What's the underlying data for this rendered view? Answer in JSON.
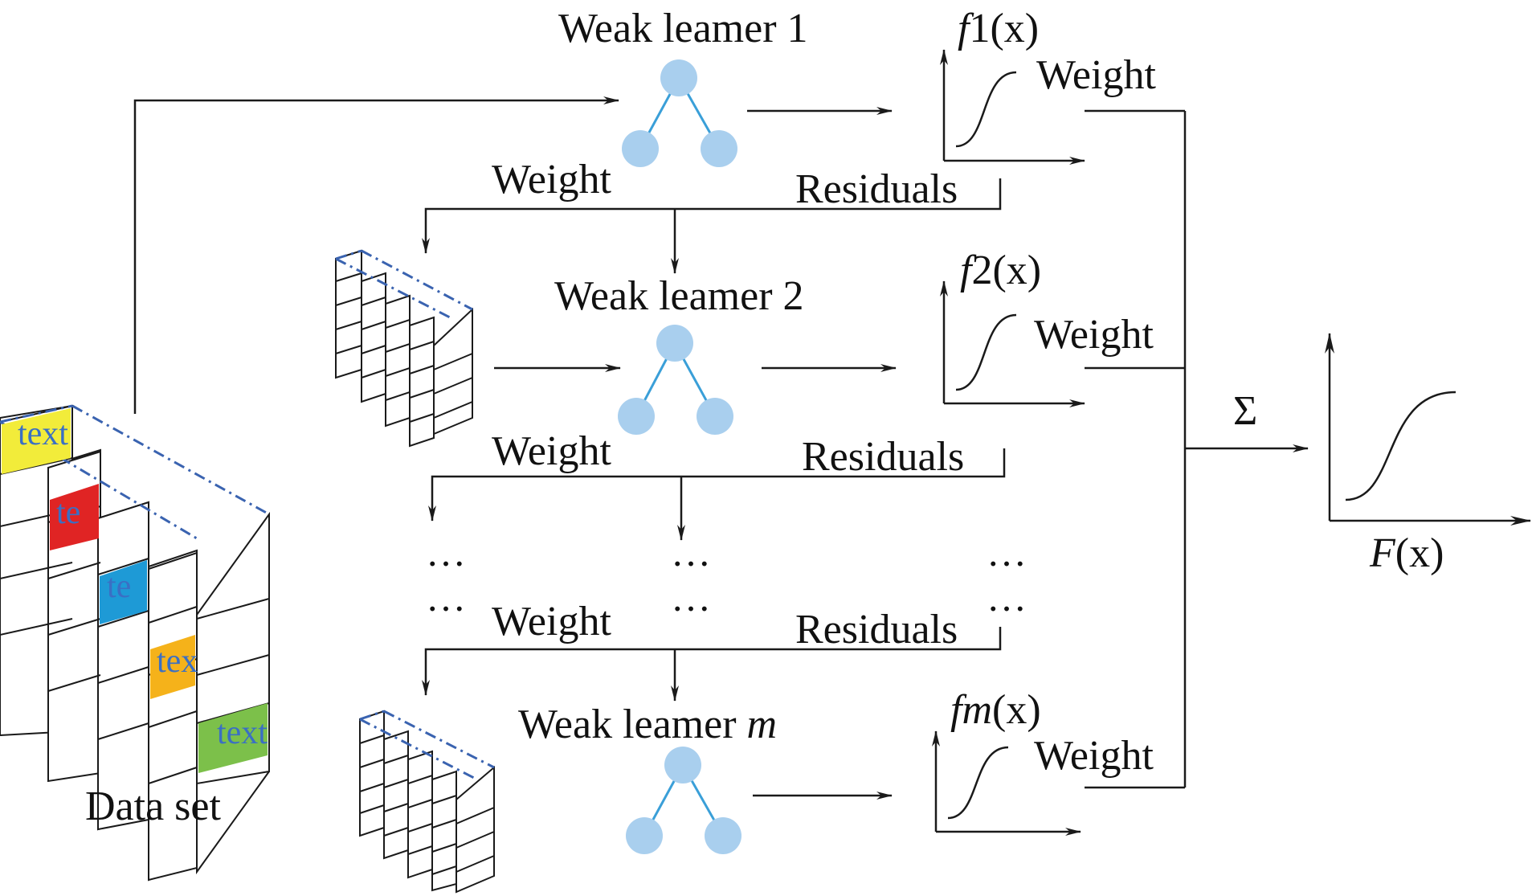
{
  "learners": [
    {
      "title_prefix": "Weak leamer ",
      "title_suffix": "1",
      "func_prefix": "f",
      "func_index": "1",
      "func_arg": "(x)",
      "weight_label": "Weight"
    },
    {
      "title_prefix": "Weak leamer ",
      "title_suffix": "2",
      "func_prefix": "f",
      "func_index": "2",
      "func_arg": "(x)",
      "weight_label": "Weight"
    },
    {
      "title_prefix": "Weak leamer ",
      "title_suffix": "m",
      "func_prefix": "f",
      "func_index": "m",
      "func_arg": "(x)",
      "weight_label": "Weight"
    }
  ],
  "feedback": [
    {
      "weight_label": "Weight",
      "residuals_label": "Residuals"
    },
    {
      "weight_label": "Weight",
      "residuals_label": "Residuals"
    },
    {
      "weight_label": "Weight",
      "residuals_label": "Residuals"
    }
  ],
  "ellipsis": "…",
  "dataset": {
    "label": "Data set",
    "cells": [
      {
        "text": "text",
        "color": "#f2ec3a"
      },
      {
        "text": "te",
        "color": "#e02424"
      },
      {
        "text": "te",
        "color": "#1e9ad6"
      },
      {
        "text": "tex",
        "color": "#f5b21a"
      },
      {
        "text": "text",
        "color": "#7cc04a"
      }
    ]
  },
  "sum_symbol": "Σ",
  "output": {
    "func_prefix": "F",
    "func_arg": "(x)"
  },
  "colors": {
    "node": "#a9cfee",
    "edge": "#3a9fd8",
    "line": "#1a1a1a",
    "dashed": "#3a63b0"
  }
}
